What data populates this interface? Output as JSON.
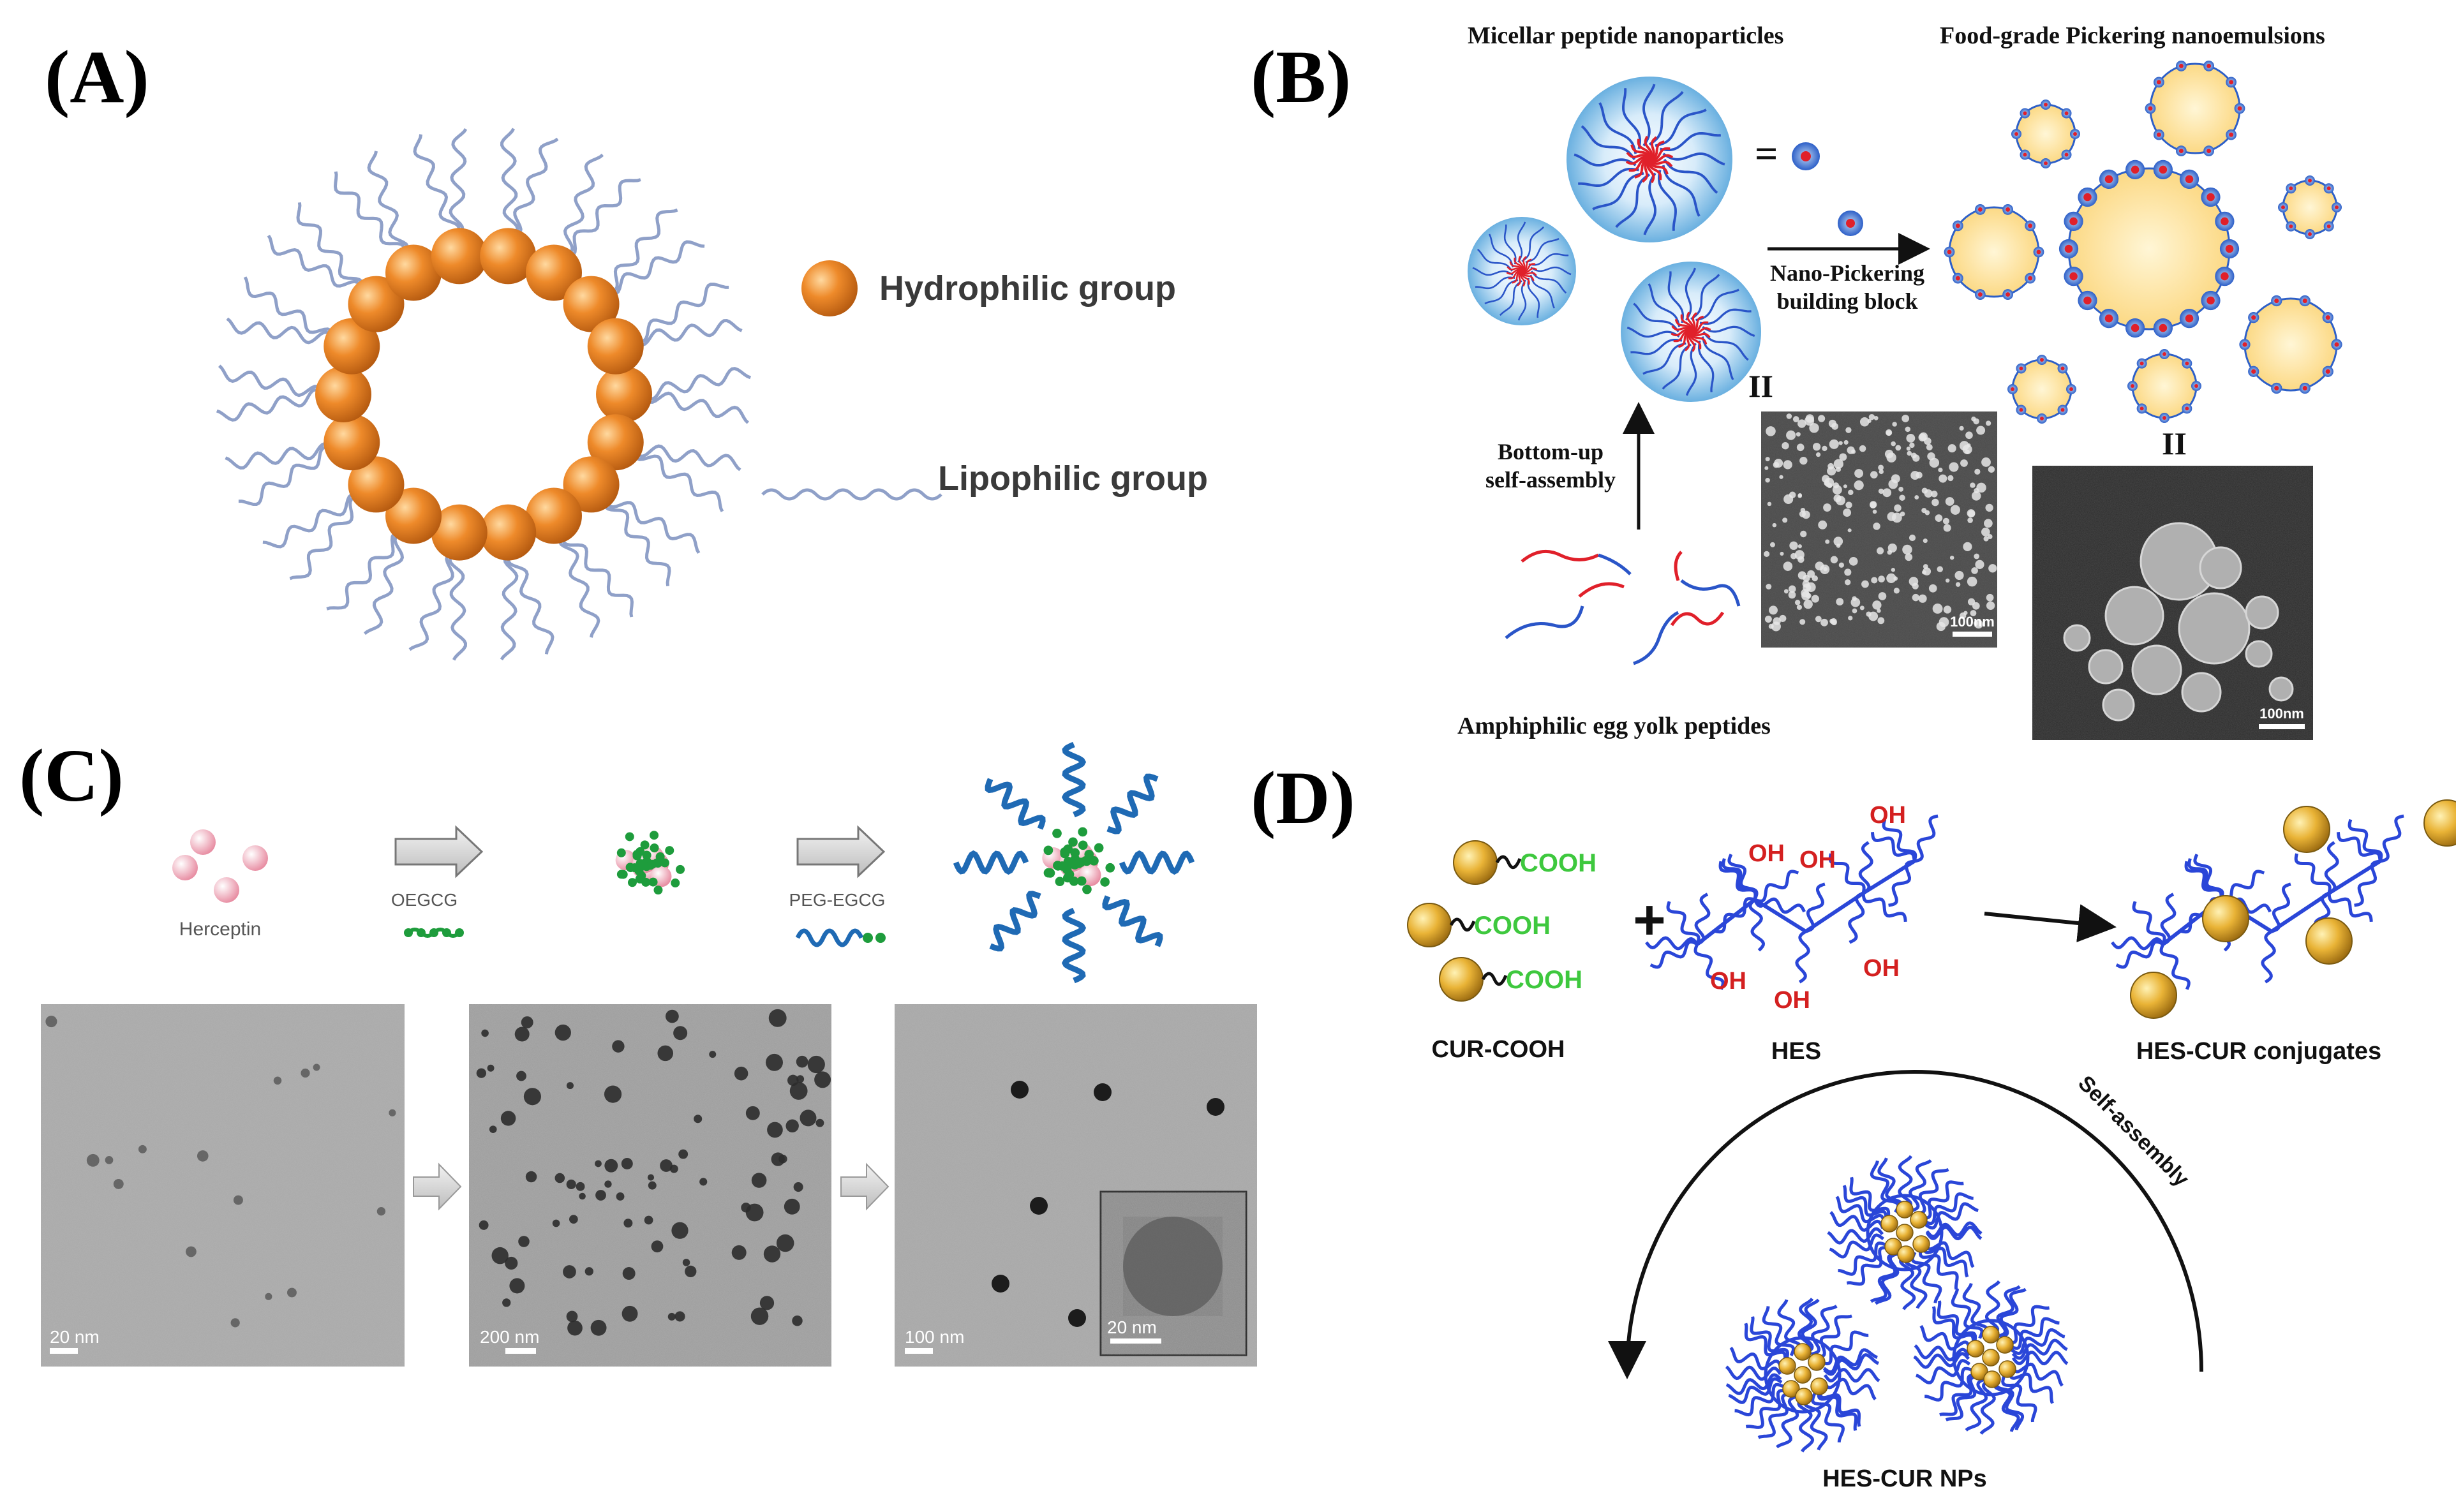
{
  "panels": {
    "a": {
      "label": "(A)",
      "legend_hydrophilic": "Hydrophilic group",
      "legend_lipophilic": "Lipophilic group"
    },
    "b": {
      "label": "(B)",
      "title_micellar": "Micellar peptide nanoparticles",
      "title_pickering": "Food-grade Pickering nanoemulsions",
      "equals_sign": "=",
      "arrow_label_line1": "Nano-Pickering",
      "arrow_label_line2": "building block",
      "assembly_line1": "Bottom-up",
      "assembly_line2": "self-assembly",
      "peptides_caption": "Amphiphilic egg yolk peptides",
      "scale_bar_left": "100nm",
      "scale_bar_right": "100nm",
      "parallel_mark": "II"
    },
    "c": {
      "label": "(C)",
      "herceptin": "Herceptin",
      "oegcg": "OEGCG",
      "peg_egcg": "PEG-EGCG",
      "scale_bars": [
        "20 nm",
        "200 nm",
        "100 nm",
        "20 nm"
      ]
    },
    "d": {
      "label": "(D)",
      "cooh": "COOH",
      "oh": "OH",
      "plus": "+",
      "cur_cooh": "CUR-COOH",
      "hes": "HES",
      "conjugates": "HES-CUR conjugates",
      "self_assembly": "Self-assembly",
      "nps": "HES-CUR NPs"
    }
  },
  "colors": {
    "hydrophilic_orange": "#e8801e",
    "lipophilic_blue": "#8fa0c8",
    "micelle_blue": "#2a55c8",
    "micelle_red": "#e0202a",
    "emulsion_yellow": "#fde8a0",
    "cooh_green": "#3ec83e",
    "oh_red": "#d42020",
    "hes_blue": "#2a46d8",
    "egcg_green": "#1e9c3c",
    "peg_blue": "#1f6ab4"
  }
}
